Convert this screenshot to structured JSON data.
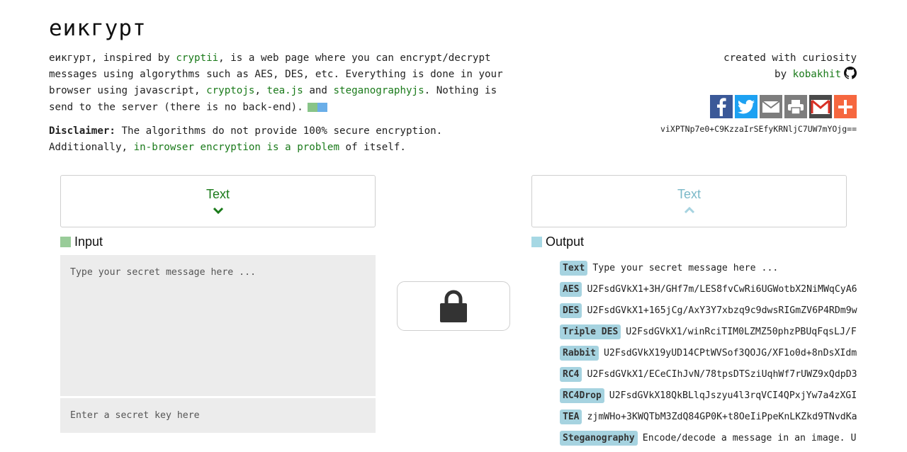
{
  "title": "еикгурт",
  "intro": {
    "p1_a": "еикгурт, inspired by ",
    "link_cryptii": "cryptii",
    "p1_b": ", is a web page where you can encrypt/decrypt messages using algorythms such as AES, DES, etc. Everything is done in your browser using javascript, ",
    "link_cryptojs": "cryptojs",
    "sep1": ", ",
    "link_teajs": "tea.js",
    "and": " and ",
    "link_steg": "steganographyjs",
    "p1_c": ". Nothing is send to the server (there is no back-end).",
    "disclaimer_label": "Disclaimer:",
    "disclaimer_a": " The algorithms do not provide 100% secure encryption. Additionally, ",
    "link_problem": "in-browser encryption is a problem",
    "disclaimer_b": " of itself."
  },
  "credits": {
    "line1": "created with curiosity",
    "by": "by ",
    "author": "kobakhit"
  },
  "share": [
    {
      "name": "facebook",
      "icon": "facebook-icon",
      "color": "#3b5998"
    },
    {
      "name": "twitter",
      "icon": "twitter-icon",
      "color": "#1da1f2"
    },
    {
      "name": "email",
      "icon": "mail-icon",
      "color": "#7d7d7d"
    },
    {
      "name": "print",
      "icon": "print-icon",
      "color": "#7d7d7d"
    },
    {
      "name": "gmail",
      "icon": "gmail-icon",
      "color": "#4a4a4a"
    },
    {
      "name": "more",
      "icon": "plus-icon",
      "color": "#f6673f"
    }
  ],
  "hash": "viXPTNp7e0+C9KzzaIrSEfyKRNljC7UW7mYOjg==",
  "input_panel": {
    "title": "Text",
    "chevron_icon": "chevron-down-icon",
    "color": "#1a7a1a",
    "section_label": "Input",
    "section_color": "#99cc99",
    "placeholder": "Type your secret message here ...",
    "key_placeholder": "Enter a secret key here"
  },
  "output_panel": {
    "title": "Text",
    "chevron_icon": "chevron-up-icon",
    "color": "#7ab8c8",
    "section_label": "Output",
    "section_color": "#a6d8e4"
  },
  "lock_icon": "lock-icon",
  "outputs": [
    {
      "label": "Text",
      "value": "Type your secret message here ..."
    },
    {
      "label": "AES",
      "value": "U2FsdGVkX1+3H/GHf7m/LES8fvCwRi6UGWotbX2NiMWqCyA6"
    },
    {
      "label": "DES",
      "value": "U2FsdGVkX1+165jCg/AxY3Y7xbzq9c9dwsRIGmZV6P4RDm9w"
    },
    {
      "label": "Triple DES",
      "value": "U2FsdGVkX1/winRciTIM0LZMZ50phzPBUqFqsLJ/F"
    },
    {
      "label": "Rabbit",
      "value": "U2FsdGVkX19yUD14CPtWVSof3QOJG/XF1o0d+8nDsXIdm"
    },
    {
      "label": "RC4",
      "value": "U2FsdGVkX1/ECeCIhJvN/78tpsDTSziUqhWf7rUWZ9xQdpD3"
    },
    {
      "label": "RC4Drop",
      "value": "U2FsdGVkX18QkBLlqJszyu4l3rqVCI4QPxjYw7a4zXGI"
    },
    {
      "label": "TEA",
      "value": "zjmWHo+3KWQTbM3ZdQ84GP0K+t8OeIiPpeKnLKZkd9TNvdKa"
    },
    {
      "label": "Steganography",
      "value": "Encode/decode a message in an image. U"
    }
  ]
}
